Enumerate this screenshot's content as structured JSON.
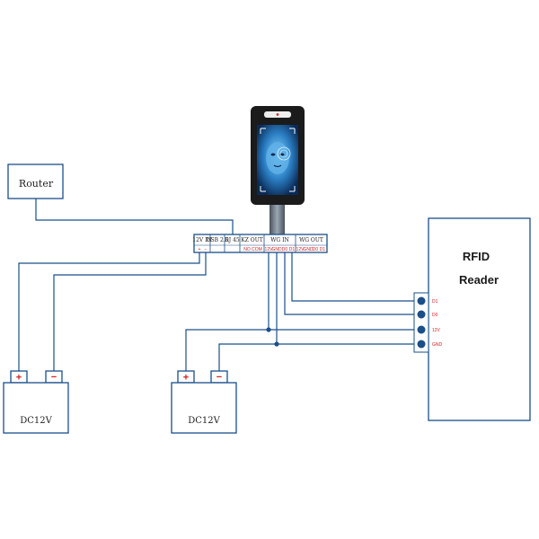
{
  "router": {
    "label": "Router"
  },
  "batteries": [
    {
      "label": "DC12V",
      "plus": "+",
      "minus": "−"
    },
    {
      "label": "DC12V",
      "plus": "+",
      "minus": "−"
    }
  ],
  "terminal_block": {
    "headers": [
      {
        "label": "12V IN"
      },
      {
        "label": "USB 2.0"
      },
      {
        "label": "RJ 45"
      },
      {
        "label": "KZ OUT"
      },
      {
        "label": "WG IN"
      },
      {
        "label": "WG OUT"
      }
    ],
    "pins": [
      "+",
      "−",
      "NO",
      "COM",
      "12V",
      "GND",
      "D0",
      "D1",
      "12V",
      "GND",
      "D0",
      "D1"
    ]
  },
  "rfid": {
    "title_line1": "RFID",
    "title_line2": "Reader",
    "pins": [
      "D1",
      "D0",
      "12V",
      "GND"
    ]
  },
  "colors": {
    "wire": "#1a4f8a",
    "pin_text": "#d42020",
    "device_body": "#1b1b1b",
    "pole": "#6c7785"
  }
}
